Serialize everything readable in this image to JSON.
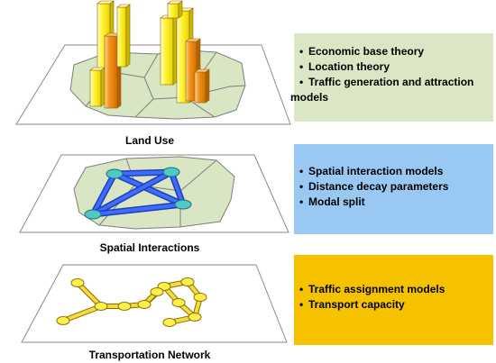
{
  "layers": [
    {
      "id": "land-use",
      "label": "Land Use",
      "panel_color": "#dbe7c4",
      "items": [
        "Economic base theory",
        "Location theory",
        "Traffic generation and attraction",
        "models"
      ]
    },
    {
      "id": "spatial-interactions",
      "label": "Spatial Interactions",
      "panel_color": "#99c8f2",
      "items": [
        "Spatial interaction models",
        "Distance decay parameters",
        "Modal split"
      ]
    },
    {
      "id": "transportation-network",
      "label": "Transportation Network",
      "panel_color": "#f6c200",
      "items": [
        "Traffic assignment models",
        "Transport capacity"
      ]
    }
  ],
  "colors": {
    "zone_fill": "#d8e6c4",
    "bar_yellow": "#f8f23a",
    "bar_orange": "#f28c18",
    "interaction_blue": "#2f5ce0",
    "node_teal": "#4fc8c8",
    "network_yellow": "#f6dc3a"
  }
}
